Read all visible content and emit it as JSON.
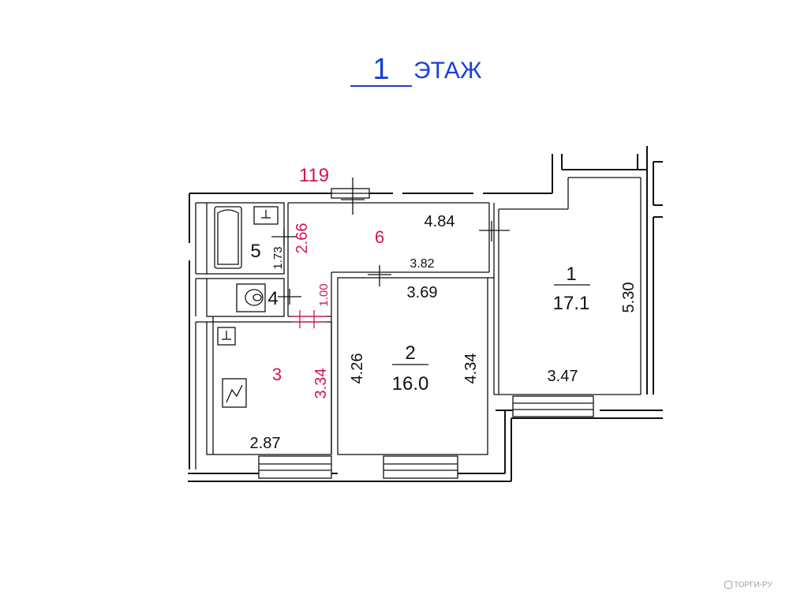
{
  "header": {
    "floor_number": "1",
    "floor_label": "ЭТАЖ"
  },
  "plan": {
    "apartment_number": "119",
    "rooms": [
      {
        "number": "1",
        "area": "17.1"
      },
      {
        "number": "2",
        "area": "16.0"
      },
      {
        "number": "3"
      },
      {
        "number": "4"
      },
      {
        "number": "5"
      },
      {
        "number": "6"
      }
    ],
    "dimensions": {
      "room1_width": "3.47",
      "room1_length": "5.30",
      "room2_top_outer": "3.82",
      "room2_top_inner": "3.69",
      "room2_left": "4.26",
      "room2_right": "4.34",
      "room3_width": "2.87",
      "room3_height": "3.34",
      "room4_passage": "1.00",
      "room5_height": "1.73",
      "room6_width": "4.84",
      "room6_height": "2.66"
    },
    "colors": {
      "header": "#1a3fd6",
      "red_labels": "#d4144d",
      "lines": "#111111"
    }
  },
  "watermark": {
    "text": "ТОРГИ-РУ",
    "icon": "torgi-logo-icon"
  }
}
